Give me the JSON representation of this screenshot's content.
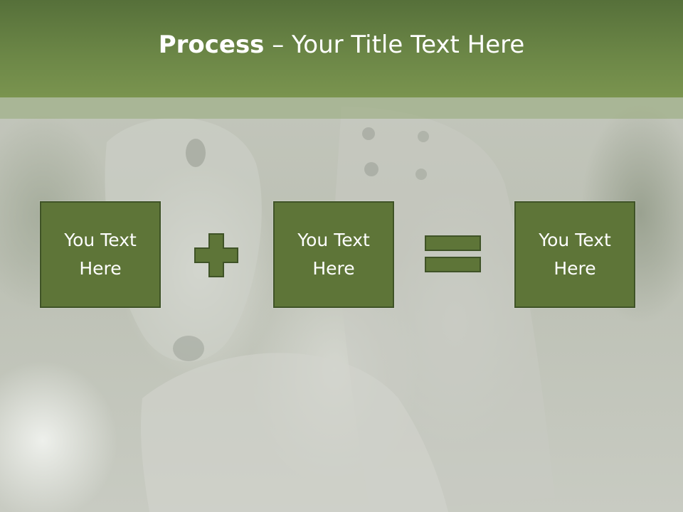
{
  "header": {
    "title_bold": "Process",
    "title_rest": " – Your Title Text Here"
  },
  "boxes": [
    {
      "text": "You Text\nHere"
    },
    {
      "text": "You Text\nHere"
    },
    {
      "text": "You Text\nHere"
    }
  ],
  "operators": {
    "first": "plus-icon",
    "second": "equals-icon"
  },
  "colors": {
    "header": "#6b8646",
    "box_fill": "#5e7538",
    "box_border": "#3f5327"
  }
}
